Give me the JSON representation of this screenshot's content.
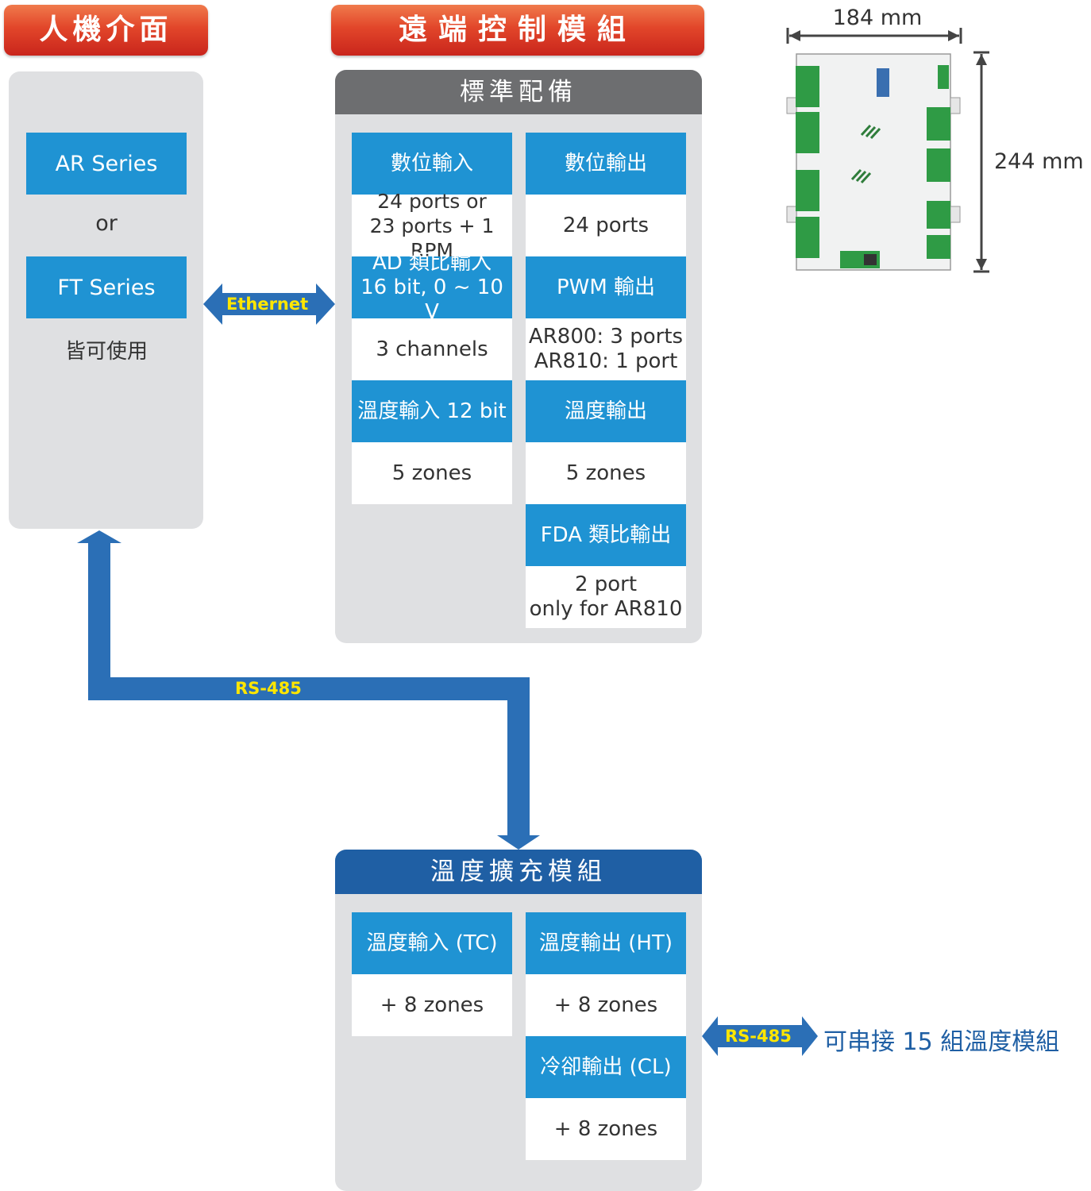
{
  "headers": {
    "hmi": "人機介面",
    "remote": "遠端控制模組"
  },
  "hmi_panel": {
    "option1": "AR Series",
    "or": "or",
    "option2": "FT Series",
    "note": "皆可使用"
  },
  "links": {
    "ethernet": "Ethernet",
    "rs485_main": "RS-485",
    "rs485_side": "RS-485"
  },
  "standard": {
    "title": "標準配備",
    "cells": [
      {
        "label": "數位輸入",
        "value": "24 ports or\n23 ports + 1 RPM"
      },
      {
        "label": "數位輸出",
        "value": "24 ports"
      },
      {
        "label": "AD 類比輸入\n16 bit, 0 ~ 10 V",
        "value": "3 channels"
      },
      {
        "label": "PWM 輸出",
        "value": "AR800: 3 ports\nAR810: 1 port"
      },
      {
        "label": "溫度輸入 12 bit",
        "value": "5 zones"
      },
      {
        "label": "溫度輸出",
        "value": "5 zones"
      },
      {
        "label": "FDA 類比輸出",
        "value": "2  port\nonly for AR810"
      }
    ]
  },
  "expansion": {
    "title": "溫度擴充模組",
    "cells": [
      {
        "label": "溫度輸入 (TC)",
        "value": "+ 8 zones"
      },
      {
        "label": "溫度輸出 (HT)",
        "value": "+ 8 zones"
      },
      {
        "label": "冷卻輸出 (CL)",
        "value": "+ 8 zones"
      }
    ],
    "chain_note": "可串接 15 組溫度模組"
  },
  "dimensions": {
    "width": "184 mm",
    "height": "244 mm"
  },
  "colors": {
    "blue_cell": "#1f93d3",
    "arrow_blue": "#2b6fb6",
    "panel_gray": "#dfe0e2",
    "header_dark_gray": "#6d6e70",
    "header_navy": "#1f5fa4",
    "label_yellow": "#ffe600"
  }
}
